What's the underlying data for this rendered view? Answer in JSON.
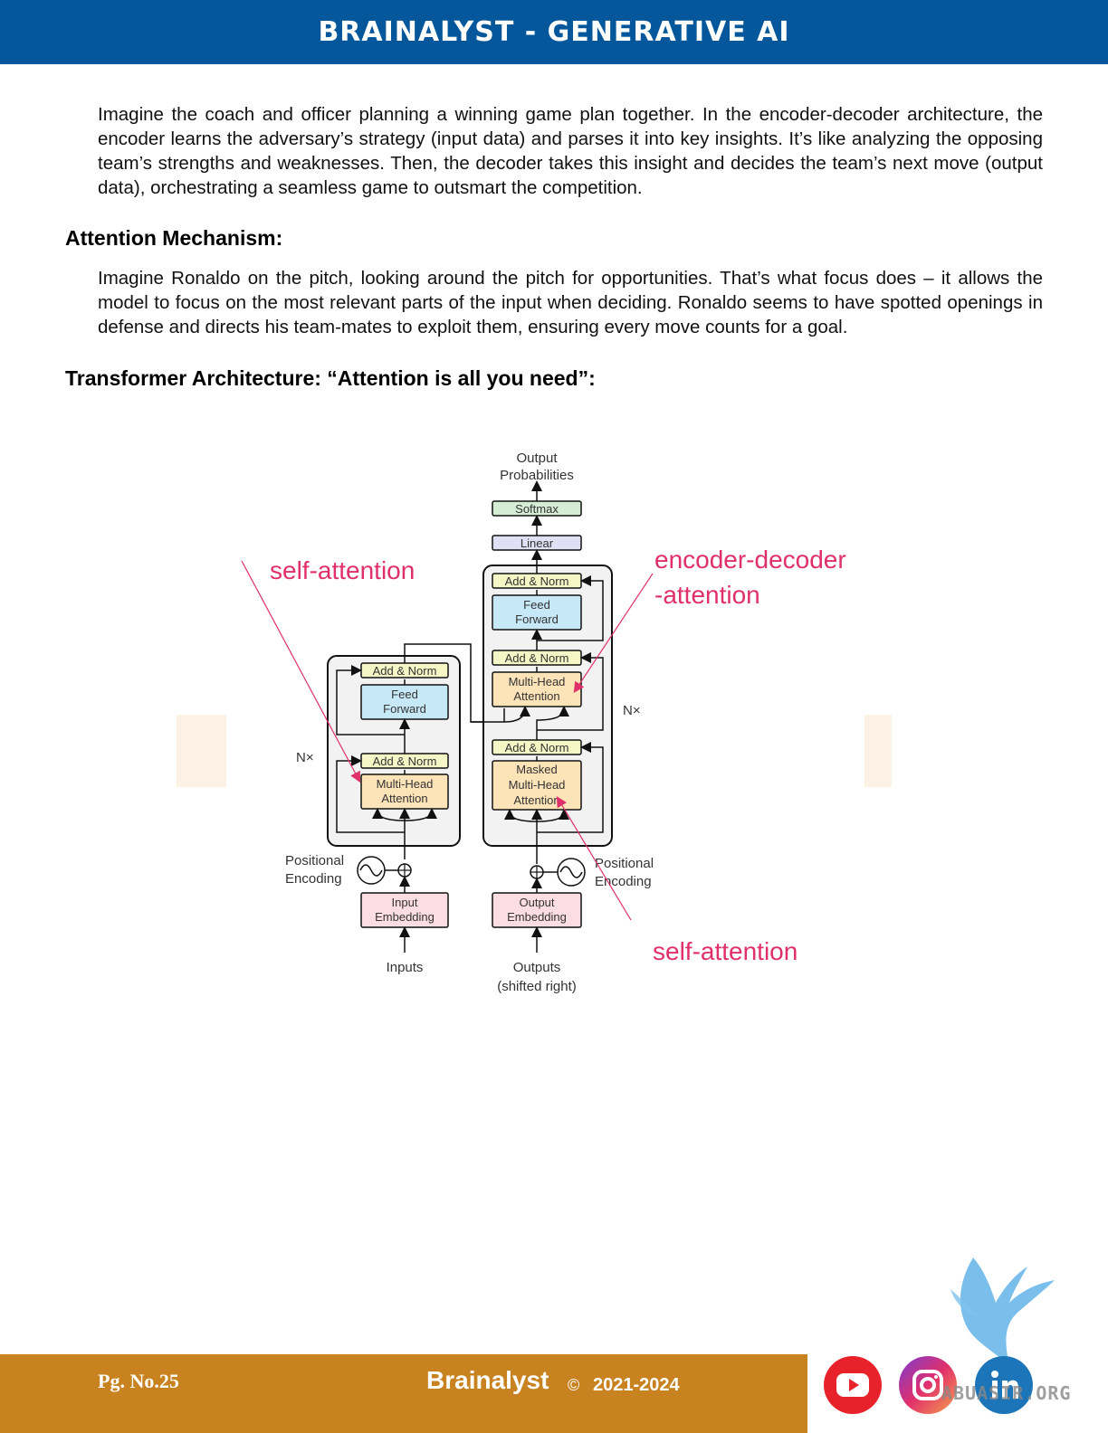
{
  "header": {
    "title": "BRAINALYST - GENERATIVE AI"
  },
  "paragraphs": {
    "encoder_decoder": "Imagine the coach and officer planning a winning game plan together. In the encoder-decoder architecture, the encoder learns the adversary’s strategy (input data) and parses it into key insights. It’s like analyzing the opposing team’s strengths and weaknesses. Then, the decoder takes this insight and decides the team’s next move (output data), orchestrating a seamless game to outsmart the competition.",
    "attention": "Imagine Ronaldo on the pitch, looking around the pitch for opportunities. That’s what focus does – it allows the model to focus on the most relevant parts of the input when deciding. Ronaldo seems to have spotted openings in defense and directs his team-mates to exploit them, ensuring every move counts for a goal."
  },
  "headings": {
    "attention": "Attention Mechanism:",
    "transformer": "Transformer Architecture: “Attention is all you need”:"
  },
  "diagram": {
    "output_line1": "Output",
    "output_line2": "Probabilities",
    "softmax": "Softmax",
    "linear": "Linear",
    "add_norm": "Add & Norm",
    "feed": "Feed",
    "forward": "Forward",
    "multi_head": "Multi-Head",
    "attention": "Attention",
    "masked": "Masked",
    "nx": "N×",
    "positional": "Positional",
    "encoding": "Encoding",
    "input": "Input",
    "output": "Output",
    "embedding": "Embedding",
    "inputs": "Inputs",
    "outputs": "Outputs",
    "shifted": "(shifted right)",
    "label_self_attention": "self-attention",
    "label_encdec_1": "encoder-decoder",
    "label_encdec_2": "-attention"
  },
  "footer": {
    "page": "Pg. No.25",
    "brand": "Brainalyst",
    "copyright": "©",
    "years": "2021-2024",
    "watermark": "ABUASIR.ORG"
  },
  "colors": {
    "header": "#03579a",
    "footer": "#c8821f",
    "annotation": "#e0306a",
    "add_norm": "#f4f7c5",
    "feed_forward": "#c7e8f6",
    "attention": "#fde3b8",
    "embedding": "#fbdde3",
    "softmax": "#d5edd4",
    "linear": "#dfe0f3"
  },
  "icons": [
    "youtube-icon",
    "instagram-icon",
    "linkedin-icon",
    "bird-logo"
  ]
}
